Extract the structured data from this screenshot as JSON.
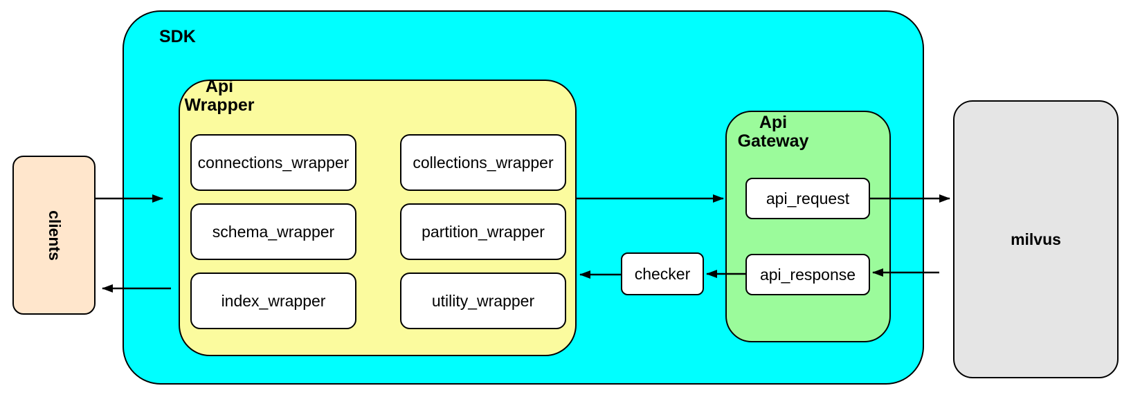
{
  "colors": {
    "sdk_fill": "#00FFFF",
    "wrapper_fill": "#FBFB9E",
    "gateway_fill": "#9BFB9B",
    "clients_fill": "#FFE6CC",
    "milvus_fill": "#E5E5E5",
    "box_fill": "#FFFFFF",
    "border": "#000000"
  },
  "nodes": {
    "clients": {
      "label": "clients"
    },
    "sdk": {
      "title": "SDK"
    },
    "api_wrapper": {
      "title_line1": "Api",
      "title_line2": "Wrapper",
      "boxes": [
        {
          "label": "connections_wrapper"
        },
        {
          "label": "collections_wrapper"
        },
        {
          "label": "schema_wrapper"
        },
        {
          "label": "partition_wrapper"
        },
        {
          "label": "index_wrapper"
        },
        {
          "label": "utility_wrapper"
        }
      ]
    },
    "checker": {
      "label": "checker"
    },
    "api_gateway": {
      "title_line1": "Api",
      "title_line2": "Gateway",
      "boxes": [
        {
          "label": "api_request"
        },
        {
          "label": "api_response"
        }
      ]
    },
    "milvus": {
      "label": "milvus"
    }
  },
  "edges": [
    {
      "from": "clients",
      "to": "sdk"
    },
    {
      "from": "sdk",
      "to": "clients"
    },
    {
      "from": "api_wrapper",
      "to": "api_gateway"
    },
    {
      "from": "api_request",
      "to": "milvus"
    },
    {
      "from": "milvus",
      "to": "api_response"
    },
    {
      "from": "api_response",
      "to": "checker"
    },
    {
      "from": "checker",
      "to": "api_wrapper"
    }
  ]
}
